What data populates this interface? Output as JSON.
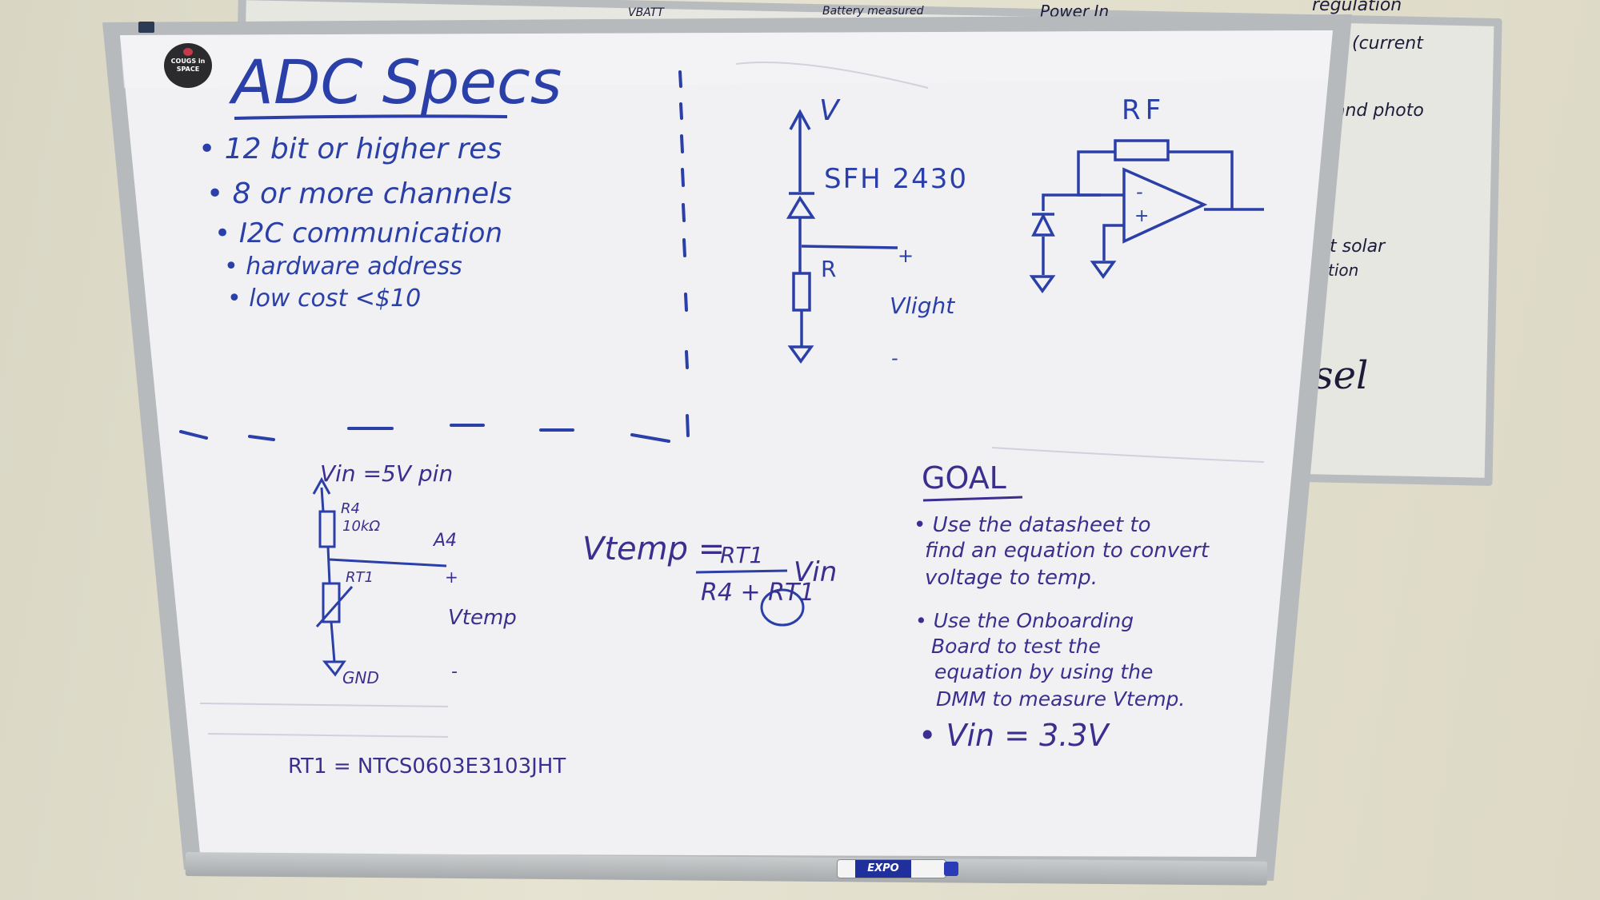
{
  "board": {
    "title": "ADC Specs",
    "specs": [
      "• 12 bit or higher res",
      "• 8 or more channels",
      "• I2C communication",
      "• hardware address",
      "• low cost <$10"
    ],
    "photodiode": {
      "supply": "V",
      "part": "SFH 2430",
      "resistor": "R",
      "plus": "+",
      "output": "Vlight",
      "minus": "-"
    },
    "amplifier": {
      "feedback": "RF",
      "minus_input": "-",
      "plus_input": "+"
    },
    "thermistor": {
      "supply": "Vin =5V pin",
      "r4": "R4",
      "r4_value": "10kΩ",
      "pin": "A4",
      "rt1": "RT1",
      "plus": "+",
      "output": "Vtemp",
      "gnd": "GND",
      "minus": "-",
      "part_note": "RT1 = NTCS0603E3103JHT"
    },
    "equation": {
      "lhs": "Vtemp =",
      "numerator": "RT1",
      "denominator": "R4 + RT1",
      "factor": "Vin"
    },
    "goal": {
      "heading": "GOAL",
      "item1": [
        "• Use the datasheet to",
        "find an equation to convert",
        "voltage to temp."
      ],
      "item2": [
        "• Use the Onboarding",
        "Board to test the",
        "equation by using the",
        "DMM to measure Vtemp."
      ],
      "item3": "• Vin = 3.3V"
    },
    "logo": "COUGS in SPACE"
  },
  "background_board": {
    "lines": [
      "regulation",
      "(current",
      "and photo",
      "t solar",
      "tion",
      "sel"
    ],
    "top_snippets": [
      "VBATT",
      "Battery measured",
      "Power In"
    ]
  },
  "marker": {
    "brand": "EXPO"
  },
  "colors": {
    "ink_blue": "#2a3fa8",
    "ink_purple": "#3a2f8f",
    "board_white": "#f1f1f3",
    "frame": "#b9bcbe",
    "wall": "#ddd9c6"
  }
}
